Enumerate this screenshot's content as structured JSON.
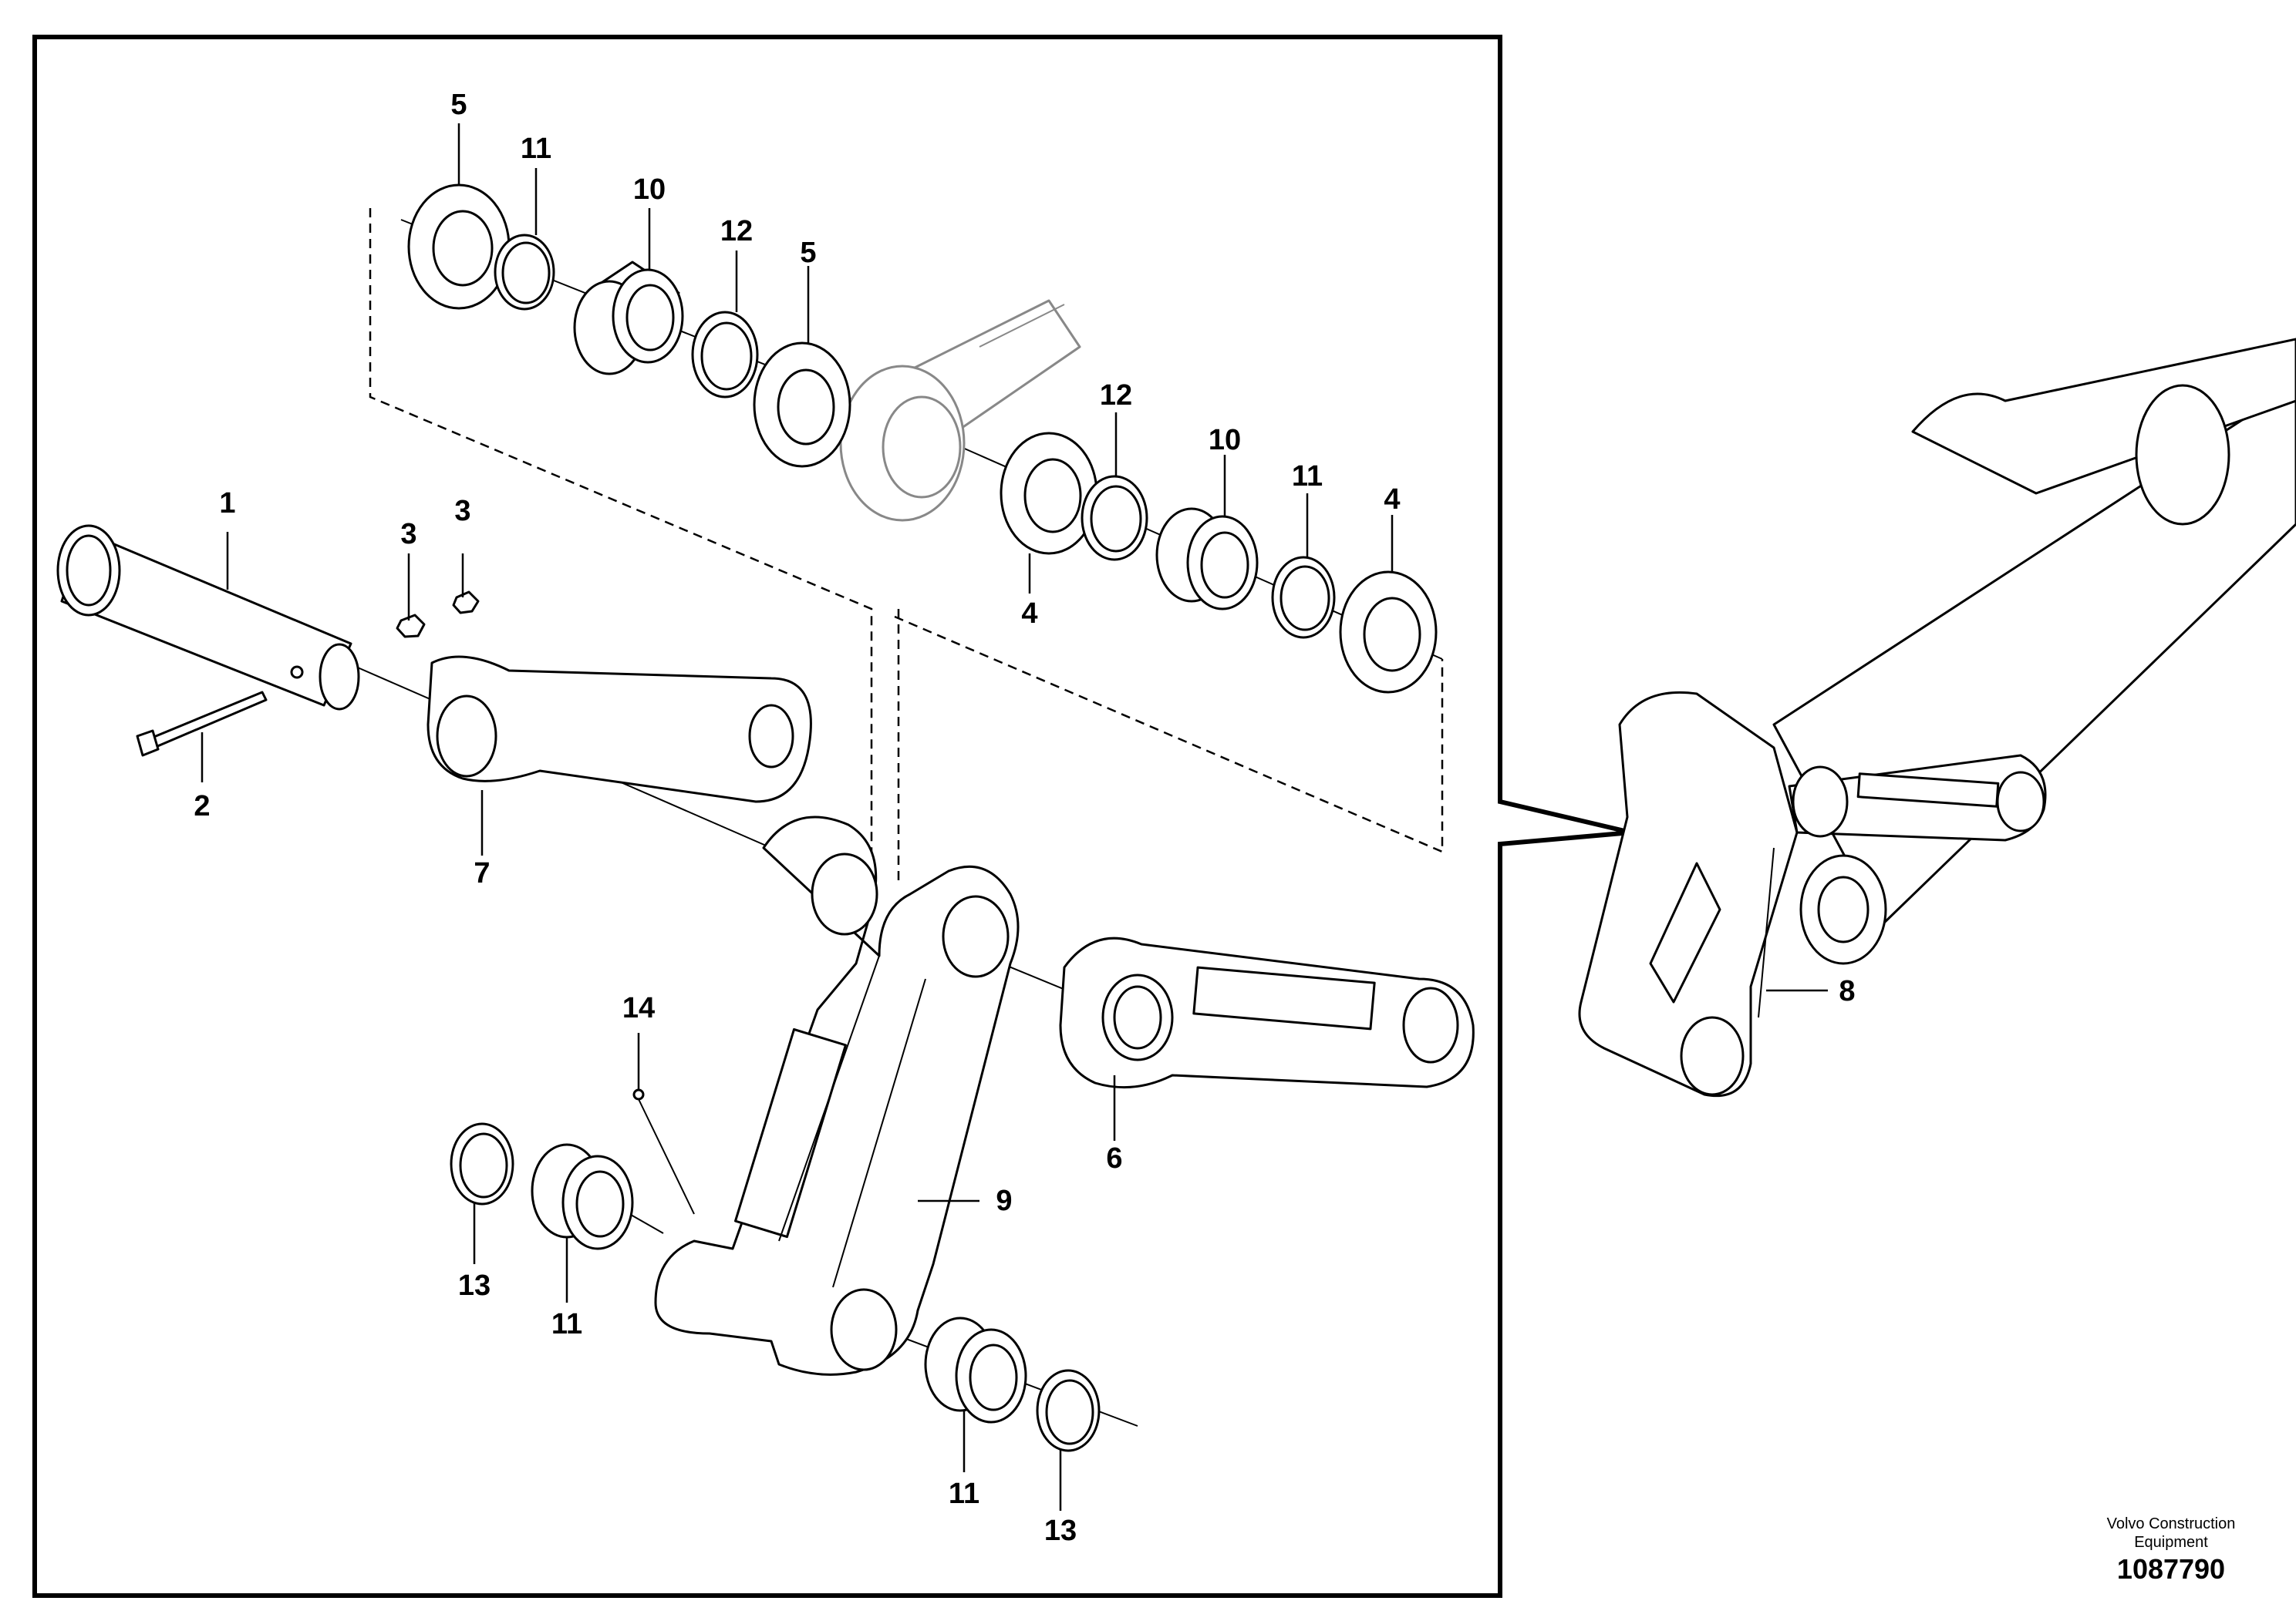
{
  "callouts": {
    "c1": "1",
    "c2": "2",
    "c3a": "3",
    "c3b": "3",
    "c4a": "4",
    "c4b": "4",
    "c5a": "5",
    "c5b": "5",
    "c6": "6",
    "c7": "7",
    "c8": "8",
    "c9": "9",
    "c10a": "10",
    "c10b": "10",
    "c11a": "11",
    "c11b": "11",
    "c11c": "11",
    "c11d": "11",
    "c12a": "12",
    "c12b": "12",
    "c13a": "13",
    "c13b": "13",
    "c14": "14"
  },
  "footer": {
    "manufacturer_line1": "Volvo Construction",
    "manufacturer_line2": "Equipment",
    "document_number": "1087790"
  }
}
